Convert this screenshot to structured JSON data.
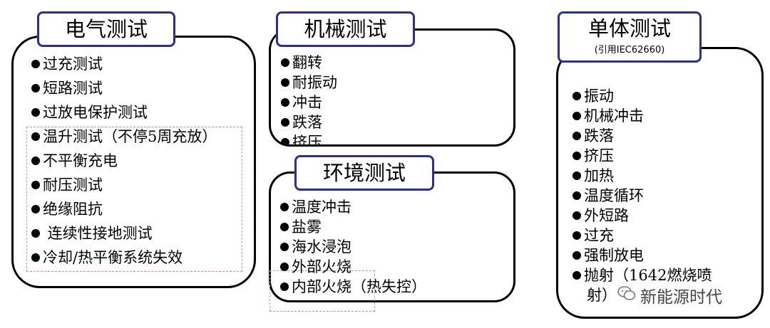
{
  "electrical": {
    "title": "电气测试",
    "items": [
      "过充测试",
      "短路测试",
      "过放电保护测试",
      "温升测试（不停5周充放）",
      "不平衡充电",
      "耐压测试",
      "绝缘阻抗",
      " 连续性接地测试",
      "冷却/热平衡系统失效"
    ]
  },
  "mechanical": {
    "title": "机械测试",
    "items": [
      "翻转",
      "耐振动",
      "冲击",
      "跌落",
      "挤压"
    ]
  },
  "environmental": {
    "title": "环境测试",
    "items": [
      "温度冲击",
      "盐雾",
      "海水浸泡",
      "外部火烧",
      "内部火烧（热失控）"
    ]
  },
  "cell": {
    "title": "单体测试",
    "subtitle": "(引用IEC62660)",
    "items": [
      "振动",
      "机械冲击",
      "跌落",
      "挤压",
      "加热",
      "温度循环",
      "外短路",
      "过充",
      "强制放电",
      "抛射（1642燃烧喷",
      "射）"
    ]
  },
  "watermark": {
    "icon": "wechat-icon",
    "text": "新能源时代"
  }
}
